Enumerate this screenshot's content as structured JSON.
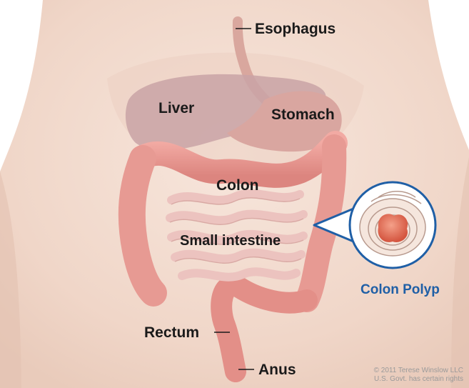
{
  "labels": {
    "esophagus": "Esophagus",
    "liver": "Liver",
    "stomach": "Stomach",
    "colon": "Colon",
    "small_intestine": "Small intestine",
    "rectum": "Rectum",
    "anus": "Anus",
    "colon_polyp": "Colon Polyp"
  },
  "credit": {
    "line1": "© 2011 Terese Winslow LLC",
    "line2": "U.S. Govt. has certain rights"
  },
  "colors": {
    "skin": "#f4ddd0",
    "colon": "#e79a93",
    "liver": "#c9a3a6",
    "callout_border": "#1f5fa6",
    "callout_text": "#1f5fa6"
  }
}
